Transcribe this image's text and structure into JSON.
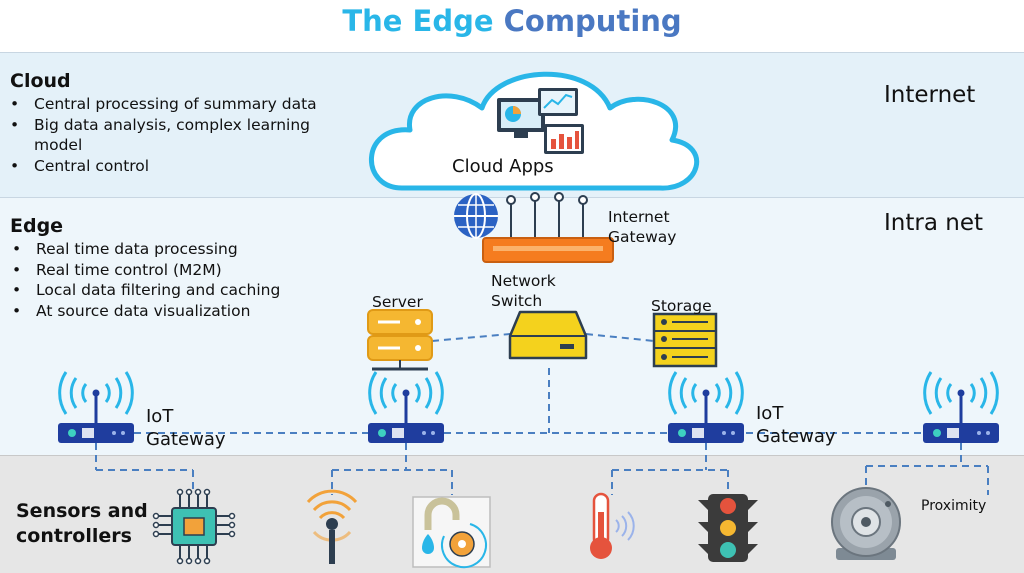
{
  "title": {
    "part1": "The Edge",
    "part2": "Computing"
  },
  "cloud": {
    "heading": "Cloud",
    "points": [
      "Central processing of summary data",
      "Big data analysis, complex learning model",
      "Central control"
    ],
    "zone": "Internet",
    "apps_label": "Cloud Apps"
  },
  "edge": {
    "heading": "Edge",
    "points": [
      "Real time data processing",
      "Real time control (M2M)",
      "Local data filtering and caching",
      "At source data visualization"
    ],
    "zone": "Intra net"
  },
  "nodes": {
    "internet_gateway": "Internet Gateway",
    "network_switch": "Network Switch",
    "server": "Server",
    "storage": "Storage",
    "iot_gateway_1": "IoT Gateway",
    "iot_gateway_2": "IoT Gateway"
  },
  "sensors": {
    "heading": "Sensors and controllers",
    "proximity": "Proximity"
  },
  "colors": {
    "title_light": "#29b6e8",
    "title_dark": "#4a78c2",
    "cloud_band": "#e4f1f9",
    "edge_band": "#eef6fb",
    "sensor_band": "#e6e6e6",
    "link": "#4a7fc1",
    "device_navy": "#1f3d9e",
    "wifi": "#29b6e8"
  }
}
